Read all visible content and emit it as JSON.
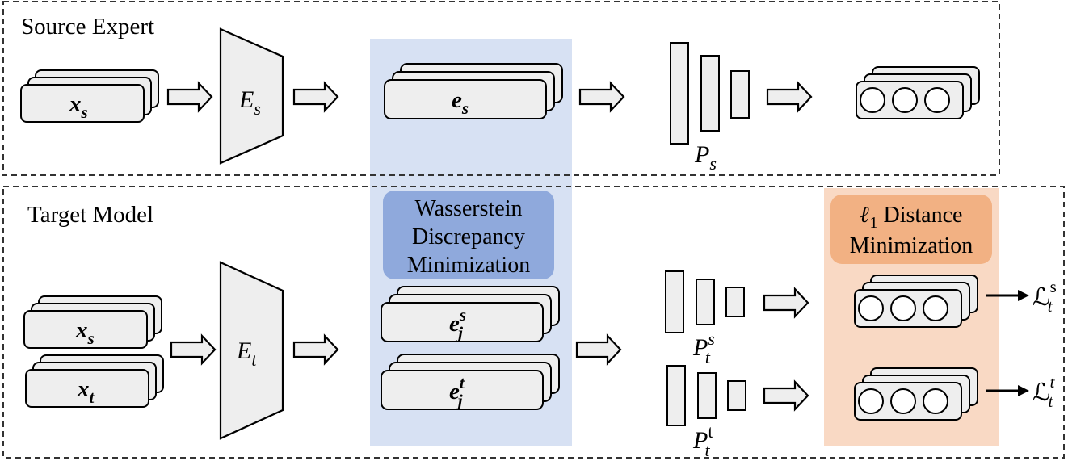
{
  "sections": {
    "source": {
      "title": "Source Expert"
    },
    "target": {
      "title": "Target Model"
    }
  },
  "symbols": {
    "x": "x",
    "e": "e",
    "E": "E",
    "P": "P",
    "L": "ℒ",
    "sub_s": "s",
    "sub_t": "t",
    "sub_j": "j",
    "sup_s": "s",
    "sup_t": "t",
    "sup_t_upright": "t"
  },
  "highlights": {
    "wasserstein": {
      "lines": [
        "Wasserstein",
        "Discrepancy",
        "Minimization"
      ],
      "color": "#8fa9dc",
      "band_color": "#d7e1f3"
    },
    "l1": {
      "prefix": "ℓ",
      "sub": "1",
      "line1_rest": " Distance",
      "line2": "Minimization",
      "color": "#f2b183",
      "band_color": "#f9d9c4"
    }
  },
  "colors": {
    "box_fill": "#eeeeee",
    "stroke": "#000000",
    "dash": "#333333"
  }
}
